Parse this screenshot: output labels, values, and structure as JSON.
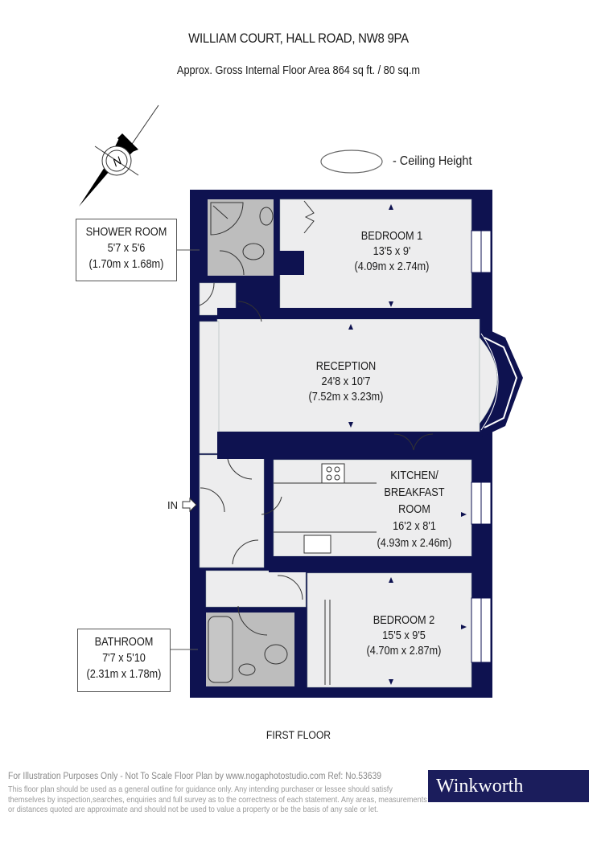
{
  "header": {
    "title": "WILLIAM COURT, HALL ROAD, NW8 9PA",
    "subtitle": "Approx. Gross Internal Floor Area 864 sq ft. / 80 sq.m"
  },
  "compass": {
    "label": "N",
    "icon": "compass-north-arrow-icon"
  },
  "legend": {
    "symbol": "ellipse-ceiling-height-icon",
    "label": "- Ceiling Height"
  },
  "colors": {
    "wall": "#0e1250",
    "floor": "#ededee",
    "wet_area": "#bdbdbd",
    "brand": "#1b1d5c"
  },
  "rooms": {
    "bedroom1": {
      "name": "BEDROOM 1",
      "imperial": "13'5 x 9'",
      "metric": "(4.09m x 2.74m)"
    },
    "reception": {
      "name": "RECEPTION",
      "imperial": "24'8 x 10'7",
      "metric": "(7.52m x 3.23m)"
    },
    "kitchen": {
      "name_line1": "KITCHEN/",
      "name_line2": "BREAKFAST",
      "name_line3": "ROOM",
      "imperial": "16'2 x 8'1",
      "metric": "(4.93m x 2.46m)"
    },
    "bedroom2": {
      "name": "BEDROOM 2",
      "imperial": "15'5 x 9'5",
      "metric": "(4.70m x 2.87m)"
    }
  },
  "callouts": {
    "shower_room": {
      "name": "SHOWER ROOM",
      "imperial": "5'7 x 5'6",
      "metric": "(1.70m x 1.68m)"
    },
    "bathroom": {
      "name": "BATHROOM",
      "imperial": "7'7 x 5'10",
      "metric": "(2.31m x 1.78m)"
    }
  },
  "entrance": {
    "label": "IN"
  },
  "floor_label": "FIRST FLOOR",
  "footer": {
    "main": "For Illustration Purposes Only - Not To Scale   Floor Plan by www.nogaphotostudio.com   Ref: No.53639",
    "disclaimer_line1": "This floor plan should be used as a general outline for guidance only. Any intending purchaser or lessee should satisfy",
    "disclaimer_line2": "themselves by inspection,searches, enquiries and full survey as to the correctness of each statement. Any areas, measurements",
    "disclaimer_line3": "or distances quoted are approximate and should not be used to value a property or be the basis of any sale or let."
  },
  "brand": {
    "name": "Winkworth"
  }
}
